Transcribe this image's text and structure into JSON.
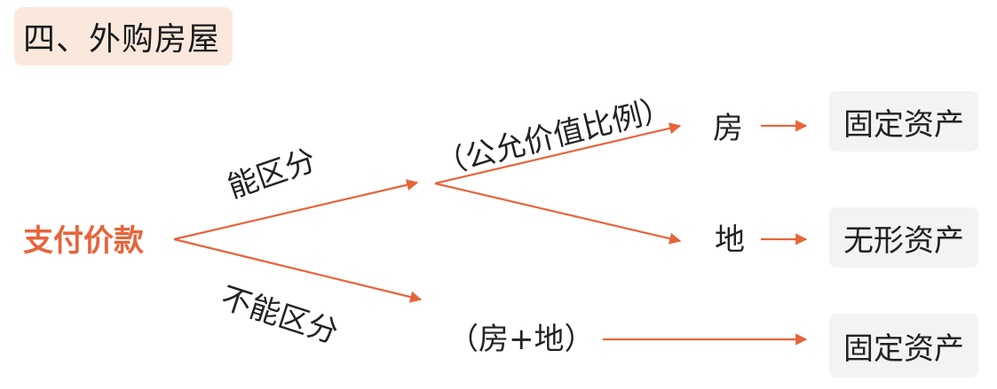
{
  "title": "四、外购房屋",
  "root": "支付价款",
  "branches": {
    "separable": "能区分",
    "inseparable": "不能区分"
  },
  "allocation_note": "（公允价值比例）",
  "nodes": {
    "house": "房",
    "land": "地",
    "house_and_land": "（房+地）"
  },
  "results": {
    "house_result": "固定资产",
    "land_result": "无形资产",
    "combined_result": "固定资产"
  },
  "colors": {
    "accent": "#e8643a",
    "title_bg": "#fbe8dd",
    "box_bg": "#f3f3f3"
  }
}
